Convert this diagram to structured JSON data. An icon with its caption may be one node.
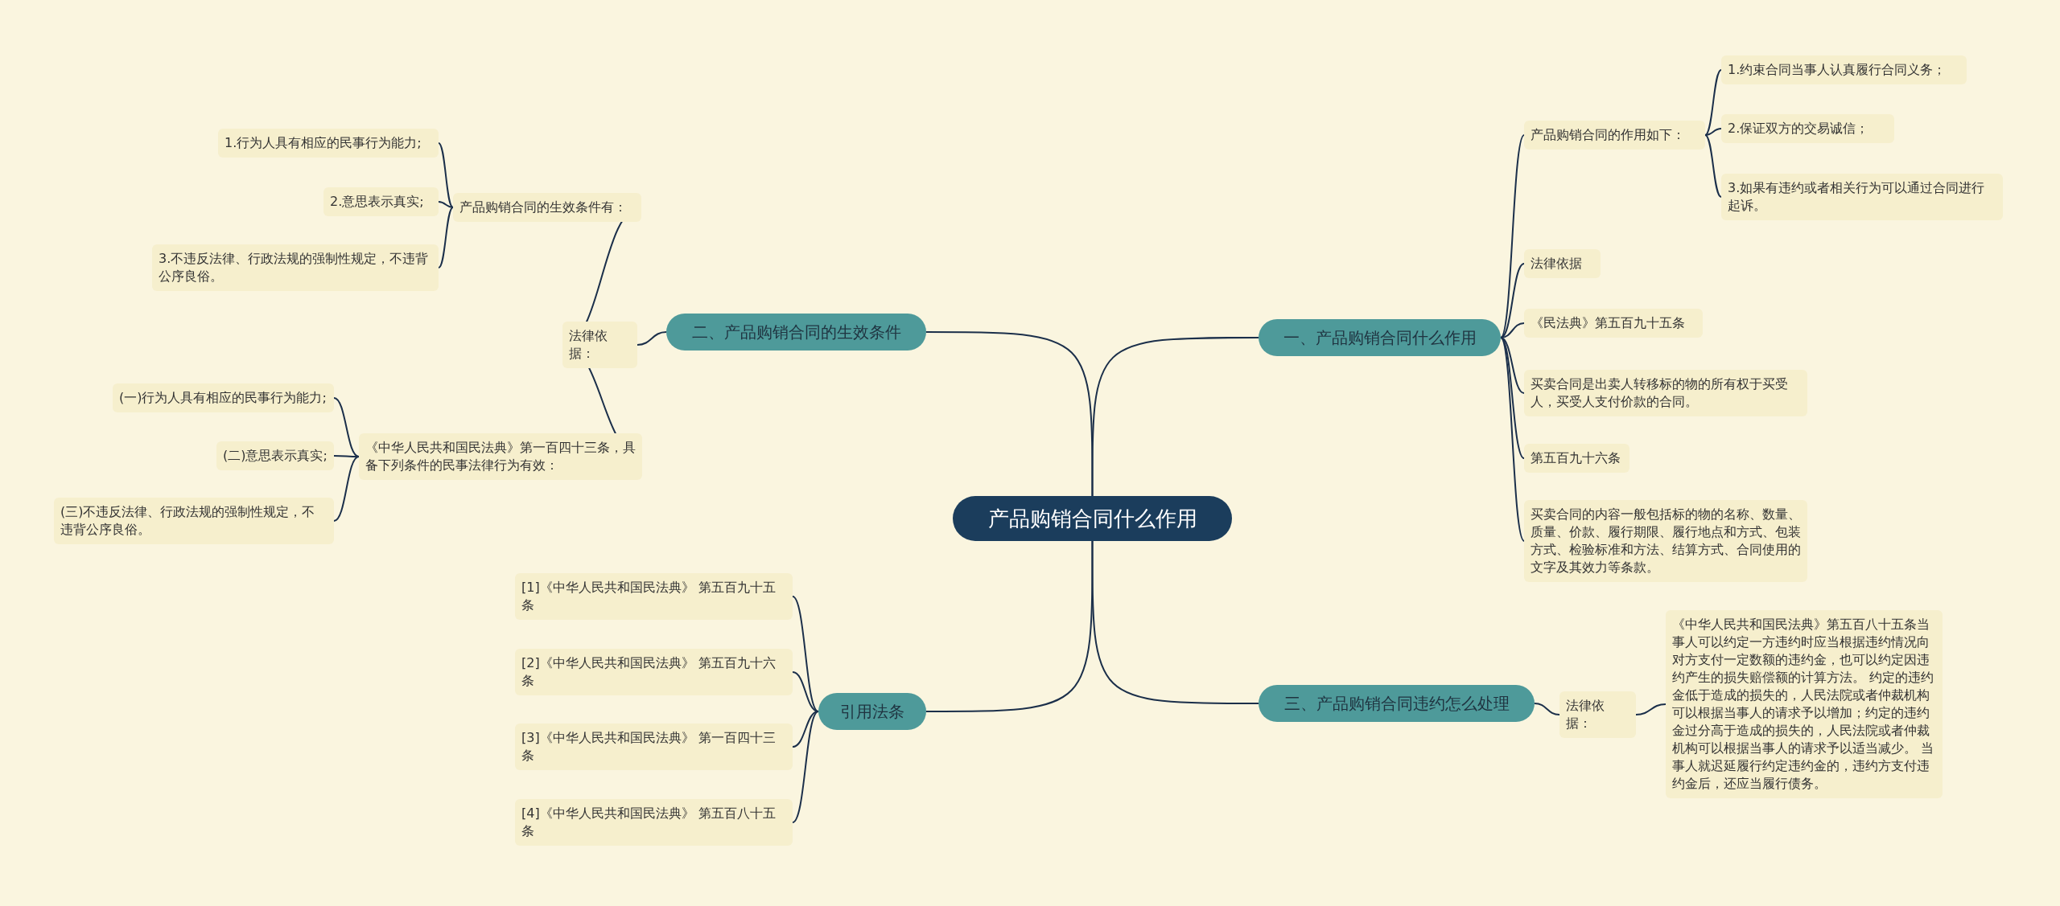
{
  "diagram": {
    "nodes": [
      {
        "text": [
          "产品购销合同什么作用"
        ]
      },
      {
        "text": [
          "一、产品购销合同什么作用"
        ]
      },
      {
        "text": [
          "产品购销合同的作用如下："
        ]
      },
      {
        "text": [
          "1.约束合同当事人认真履行合同义务；"
        ]
      },
      {
        "text": [
          "2.保证双方的交易诚信；"
        ]
      },
      {
        "text": [
          "3.如果有违约或者相关行为可以通过合同进行起诉。"
        ]
      },
      {
        "text": [
          "法律依据"
        ]
      },
      {
        "text": [
          "《民法典》第五百九十五条"
        ]
      },
      {
        "text": [
          "买卖合同是出卖人转移标的物的所有权于买受人，买受人支付价款的合同。"
        ]
      },
      {
        "text": [
          "第五百九十六条"
        ]
      },
      {
        "text": [
          "买卖合同的内容一般包括标的物的名称、数量、质量、价款、履行期限、履行地点和方式、包装方式、检验标准和方法、结算方式、合同使用的文字及其效力等条款。"
        ]
      },
      {
        "text": [
          "三、产品购销合同违约怎么处理"
        ]
      },
      {
        "text": [
          "法律依据："
        ]
      },
      {
        "text": [
          "《中华人民共和国民法典》第五百八十五条当事人可以约定一方违约时应当根据违约情况向对方支付一定数额的违约金，也可以约定因违约产生的损失赔偿额的计算方法。 约定的违约金低于造成的损失的，人民法院或者仲裁机构可以根据当事人的请求予以增加；约定的违约金过分高于造成的损失的，人民法院或者仲裁机构可以根据当事人的请求予以适当减少。 当事人就迟延履行约定违约金的，违约方支付违约金后，还应当履行债务。"
        ]
      },
      {
        "text": [
          "二、产品购销合同的生效条件"
        ]
      },
      {
        "text": [
          "法律依据："
        ]
      },
      {
        "text": [
          "产品购销合同的生效条件有："
        ]
      },
      {
        "text": [
          "1.行为人具有相应的民事行为能力;"
        ]
      },
      {
        "text": [
          "2.意思表示真实;"
        ]
      },
      {
        "text": [
          "3.不违反法律、行政法规的强制性规定，不违背公序良俗。"
        ]
      },
      {
        "text": [
          "《中华人民共和国民法典》第一百四十三条，具备下列条件的民事法律行为有效："
        ]
      },
      {
        "text": [
          "(一)行为人具有相应的民事行为能力;"
        ]
      },
      {
        "text": [
          "(二)意思表示真实;"
        ]
      },
      {
        "text": [
          "(三)不违反法律、行政法规的强制性规定，不违背公序良俗。"
        ]
      },
      {
        "text": [
          "引用法条"
        ]
      },
      {
        "text": [
          "[1]《中华人民共和国民法典》 第五百九十五条"
        ]
      },
      {
        "text": [
          "[2]《中华人民共和国民法典》 第五百九十六条"
        ]
      },
      {
        "text": [
          "[3]《中华人民共和国民法典》 第一百四十三条"
        ]
      },
      {
        "text": [
          "[4]《中华人民共和国民法典》 第五百八十五条"
        ]
      }
    ],
    "edges": [
      {
        "from": 0,
        "to": 1,
        "arrow": "none"
      },
      {
        "from": 1,
        "to": 2,
        "arrow": "none"
      },
      {
        "from": 2,
        "to": 3,
        "arrow": "none"
      },
      {
        "from": 2,
        "to": 4,
        "arrow": "none"
      },
      {
        "from": 2,
        "to": 5,
        "arrow": "none"
      },
      {
        "from": 1,
        "to": 6,
        "arrow": "none"
      },
      {
        "from": 1,
        "to": 7,
        "arrow": "none"
      },
      {
        "from": 1,
        "to": 8,
        "arrow": "none"
      },
      {
        "from": 1,
        "to": 9,
        "arrow": "none"
      },
      {
        "from": 1,
        "to": 10,
        "arrow": "none"
      },
      {
        "from": 0,
        "to": 11,
        "arrow": "none"
      },
      {
        "from": 11,
        "to": 12,
        "arrow": "none"
      },
      {
        "from": 12,
        "to": 13,
        "arrow": "none"
      },
      {
        "from": 0,
        "to": 14,
        "arrow": "none"
      },
      {
        "from": 14,
        "to": 15,
        "arrow": "none"
      },
      {
        "from": 15,
        "to": 16,
        "arrow": "none"
      },
      {
        "from": 16,
        "to": 17,
        "arrow": "none"
      },
      {
        "from": 16,
        "to": 18,
        "arrow": "none"
      },
      {
        "from": 16,
        "to": 19,
        "arrow": "none"
      },
      {
        "from": 15,
        "to": 20,
        "arrow": "none"
      },
      {
        "from": 20,
        "to": 21,
        "arrow": "none"
      },
      {
        "from": 20,
        "to": 22,
        "arrow": "none"
      },
      {
        "from": 20,
        "to": 23,
        "arrow": "none"
      },
      {
        "from": 0,
        "to": 24,
        "arrow": "none"
      },
      {
        "from": 24,
        "to": 25,
        "arrow": "none"
      },
      {
        "from": 24,
        "to": 26,
        "arrow": "none"
      },
      {
        "from": 24,
        "to": 27,
        "arrow": "none"
      },
      {
        "from": 24,
        "to": 28,
        "arrow": "none"
      }
    ]
  }
}
